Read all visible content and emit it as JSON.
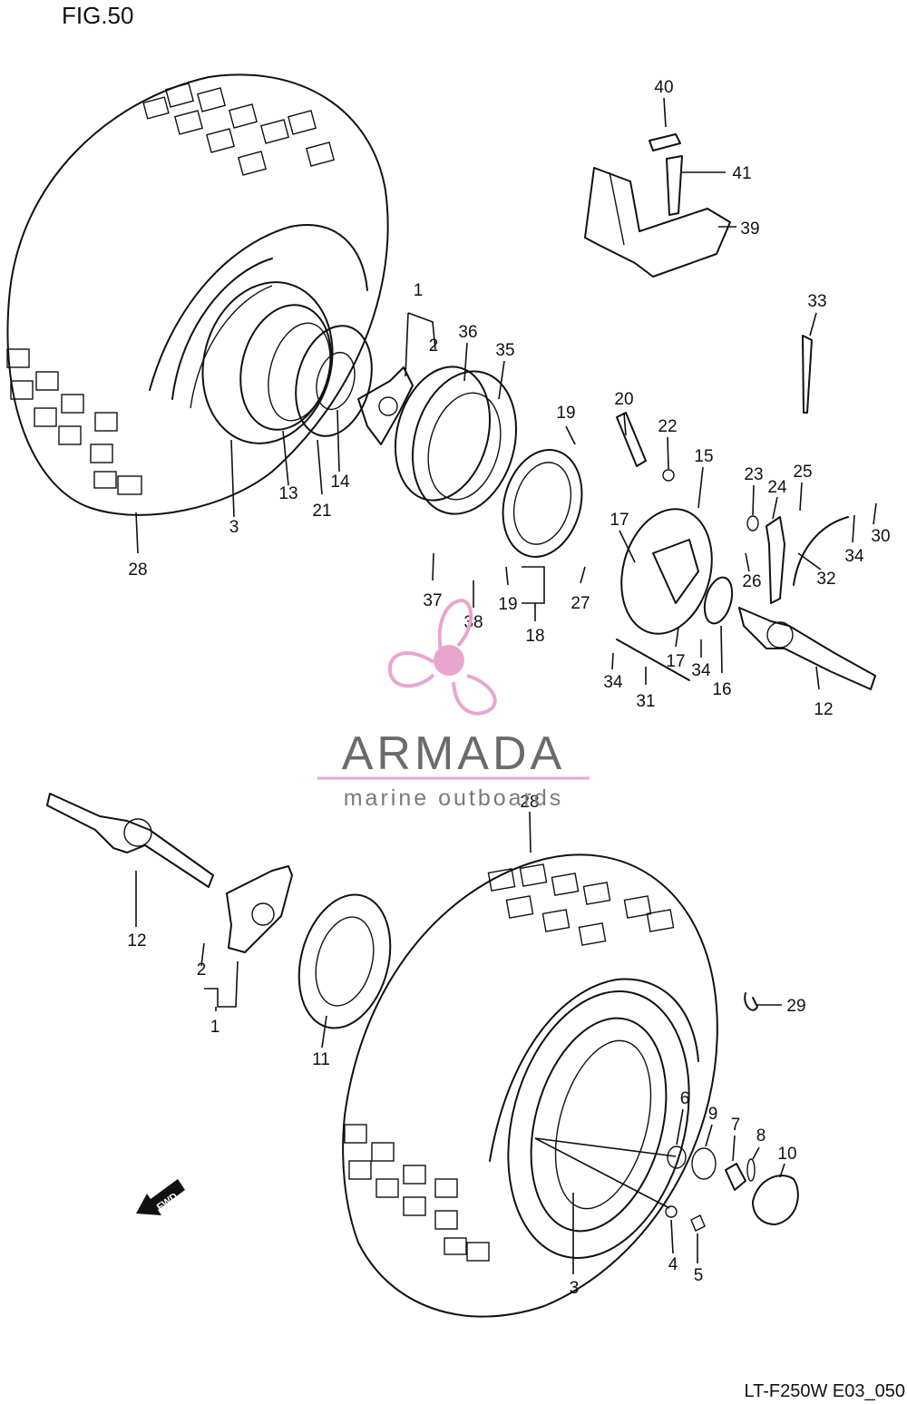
{
  "figure": {
    "title": "FIG.50",
    "code": "LT-F250W E03_050"
  },
  "watermark": {
    "brand": "ARMADA",
    "tagline": "marine outboards",
    "accent_color": "#e8a6cf",
    "line_color": "#e8a6cf"
  },
  "fwd_label": "FWD",
  "callouts": {
    "c1a": "1",
    "c2a": "2",
    "c3a": "3",
    "c13": "13",
    "c21": "21",
    "c14": "14",
    "c28a": "28",
    "c36": "36",
    "c35": "35",
    "c19a": "19",
    "c20": "20",
    "c22": "22",
    "c15": "15",
    "c23": "23",
    "c24": "24",
    "c25": "25",
    "c30": "30",
    "c34a": "34",
    "c32": "32",
    "c17a": "17",
    "c27": "27",
    "c37": "37",
    "c38": "38",
    "c19b": "19",
    "c18": "18",
    "c26": "26",
    "c12a": "12",
    "c16": "16",
    "c34b": "34",
    "c17b": "17",
    "c34c": "34",
    "c31": "31",
    "c33": "33",
    "c40": "40",
    "c41": "41",
    "c39": "39",
    "c28b": "28",
    "c12b": "12",
    "c2b": "2",
    "c1b": "1",
    "c11": "11",
    "c29": "29",
    "c6": "6",
    "c9": "9",
    "c7": "7",
    "c8": "8",
    "c10": "10",
    "c4": "4",
    "c5": "5",
    "c3b": "3"
  }
}
